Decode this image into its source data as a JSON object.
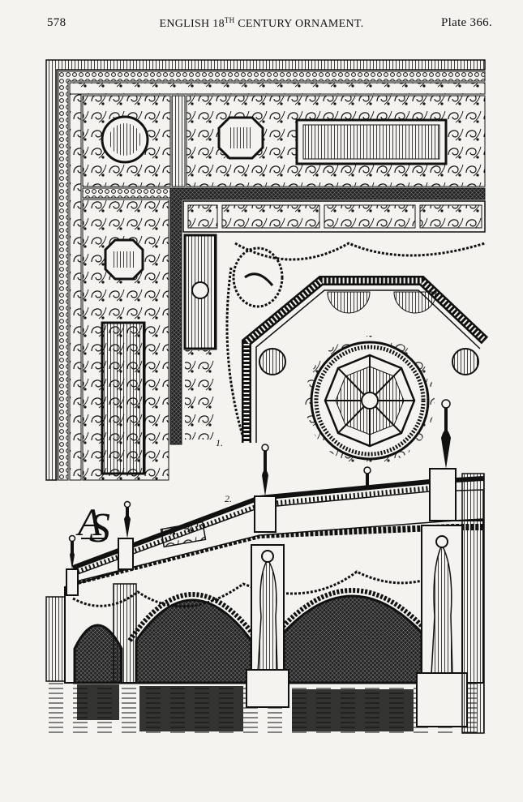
{
  "header": {
    "page_number": "578",
    "title_pre": "ENGLISH 18",
    "title_sup": "TH",
    "title_post": " CENTURY ORNAMENT.",
    "plate": "Plate 366."
  },
  "figures": {
    "fig1": "1.",
    "fig2": "2."
  },
  "monogram": "AS"
}
